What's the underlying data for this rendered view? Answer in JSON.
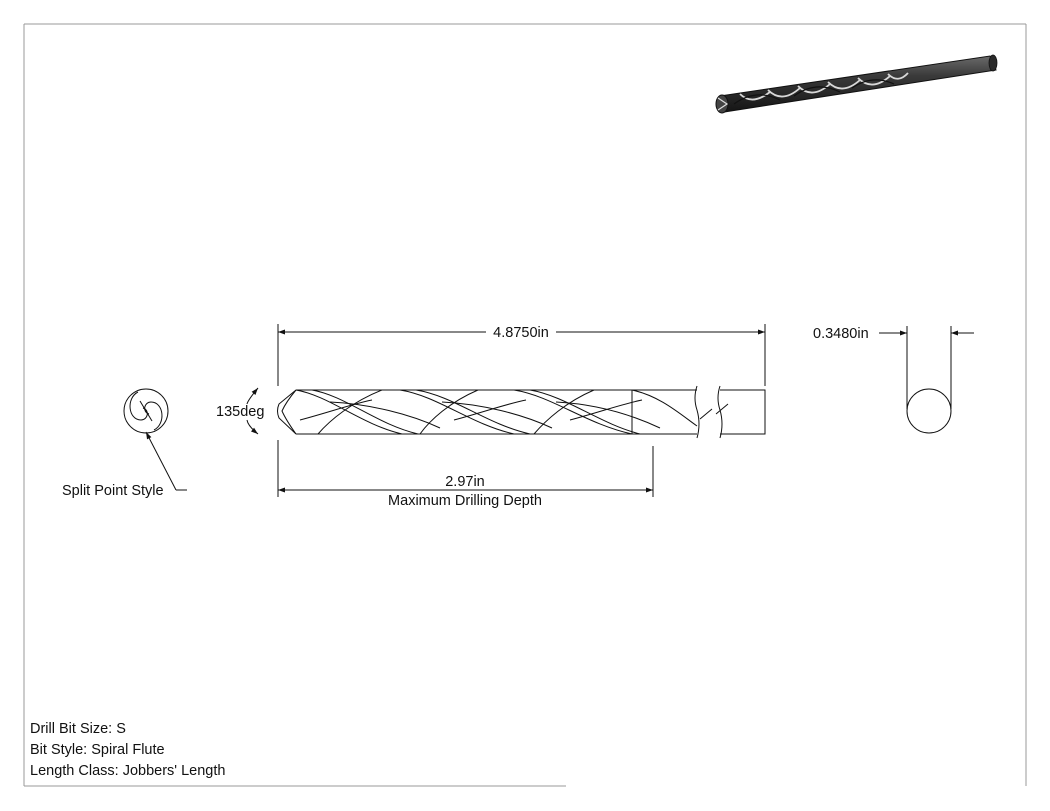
{
  "dimensions": {
    "overall_length": "4.8750in",
    "diameter": "0.3480in",
    "point_angle": "135deg",
    "drilling_depth_value": "2.97in",
    "drilling_depth_label": "Maximum Drilling Depth"
  },
  "callouts": {
    "point_style": "Split Point Style"
  },
  "specs": {
    "size": "Drill Bit Size: S",
    "style": "Bit Style: Spiral Flute",
    "length_class": "Length Class: Jobbers' Length"
  }
}
